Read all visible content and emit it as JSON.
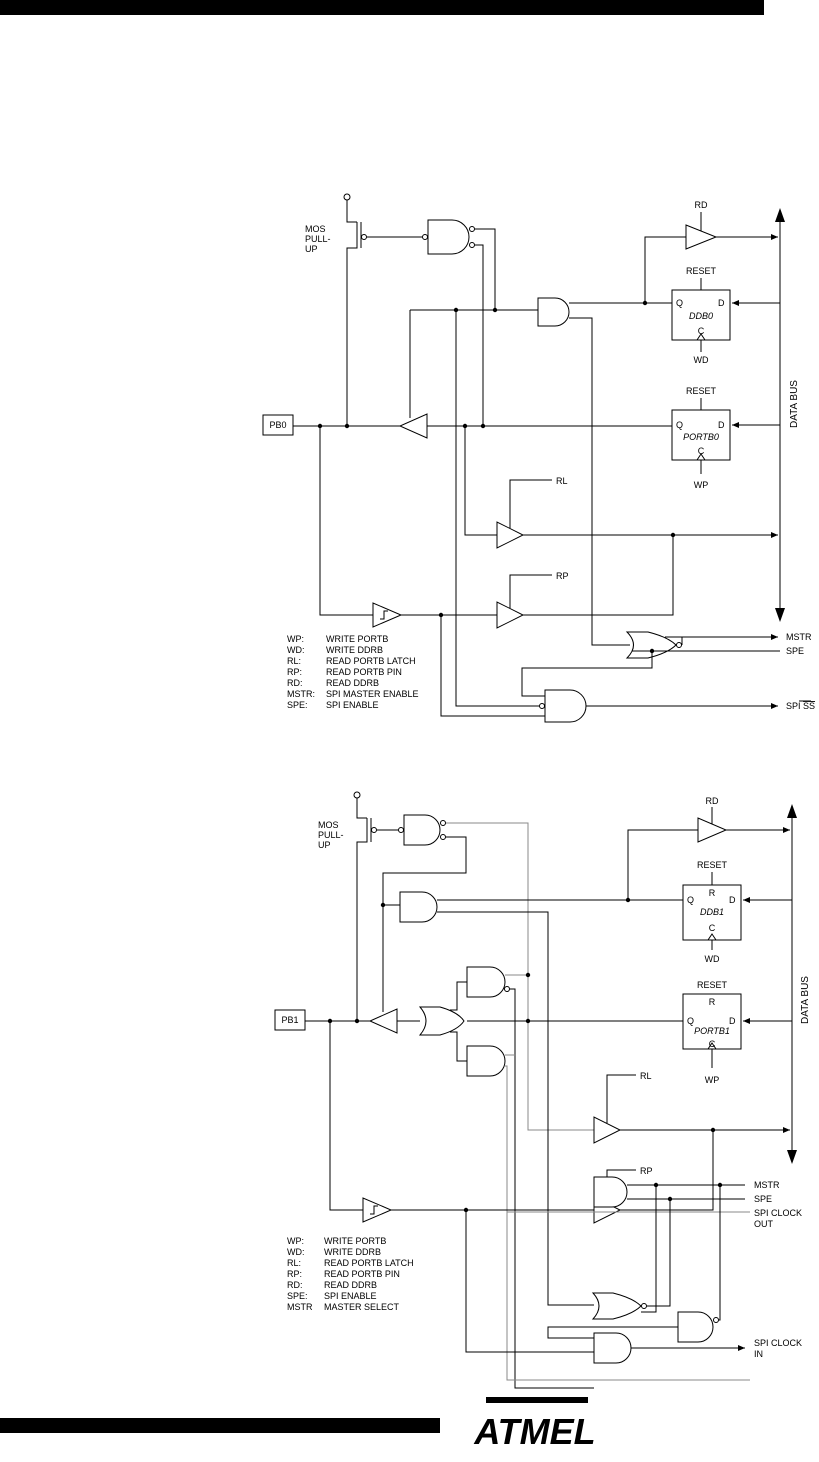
{
  "diagram1": {
    "pin": "PB0",
    "mos_pullup": [
      "MOS",
      "PULL-",
      "UP"
    ],
    "rd": "RD",
    "ddr_reset": "RESET",
    "ddr_name": "DDB0",
    "ddr_wd": "WD",
    "port_reset": "RESET",
    "port_name": "PORTB0",
    "port_wp": "WP",
    "rl": "RL",
    "rp": "RP",
    "mstr": "MSTR",
    "spe": "SPE",
    "spi_ss_prefix": "SPI ",
    "spi_ss_overline": "SS",
    "data_bus": "DATA BUS",
    "q": "Q",
    "d": "D",
    "c": "C",
    "legend": [
      {
        "abbr": "WP:",
        "desc": "WRITE PORTB"
      },
      {
        "abbr": "WD:",
        "desc": "WRITE DDRB"
      },
      {
        "abbr": "RL:",
        "desc": "READ PORTB LATCH"
      },
      {
        "abbr": "RP:",
        "desc": "READ PORTB PIN"
      },
      {
        "abbr": "RD:",
        "desc": "READ DDRB"
      },
      {
        "abbr": "MSTR:",
        "desc": "SPI MASTER ENABLE"
      },
      {
        "abbr": "SPE:",
        "desc": "SPI ENABLE"
      }
    ]
  },
  "diagram2": {
    "pin": "PB1",
    "mos_pullup": [
      "MOS",
      "PULL-",
      "UP"
    ],
    "rd": "RD",
    "ddr_reset": "RESET",
    "ddr_r": "R",
    "ddr_name": "DDB1",
    "ddr_wd": "WD",
    "port_reset": "RESET",
    "port_r": "R",
    "port_name": "PORTB1",
    "port_wp": "WP",
    "rl": "RL",
    "rp": "RP",
    "mstr": "MSTR",
    "spe": "SPE",
    "spi_clock_out": [
      "SPI CLOCK",
      "OUT"
    ],
    "spi_clock_in": [
      "SPI CLOCK",
      "IN"
    ],
    "data_bus": "DATA BUS",
    "q": "Q",
    "d": "D",
    "c": "C",
    "legend": [
      {
        "abbr": "WP:",
        "desc": "WRITE PORTB"
      },
      {
        "abbr": "WD:",
        "desc": "WRITE DDRB"
      },
      {
        "abbr": "RL:",
        "desc": "READ PORTB LATCH"
      },
      {
        "abbr": "RP:",
        "desc": "READ PORTB PIN"
      },
      {
        "abbr": "RD:",
        "desc": "READ DDRB"
      },
      {
        "abbr": "SPE:",
        "desc": "SPI ENABLE"
      },
      {
        "abbr": "MSTR",
        "desc": "MASTER SELECT"
      }
    ]
  },
  "logo": "ATMEL"
}
